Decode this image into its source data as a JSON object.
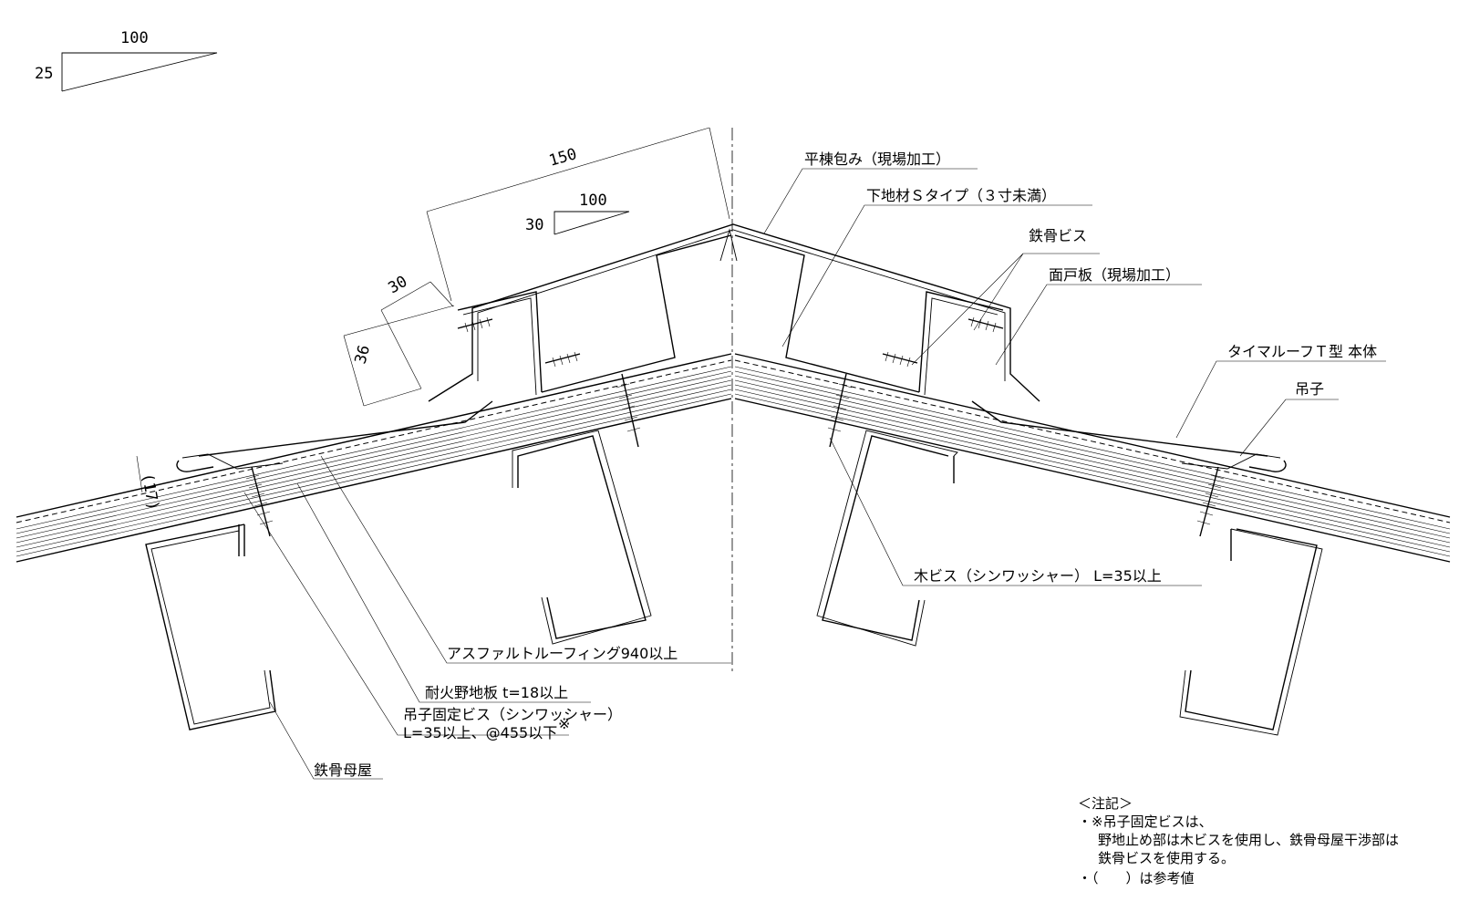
{
  "slope_small": {
    "run": "100",
    "rise": "25"
  },
  "slope_ridge": {
    "run": "100",
    "rise": "30"
  },
  "dimensions": {
    "top_length": "150",
    "end_width": "30",
    "end_height": "36",
    "gap": "(17)"
  },
  "labels": {
    "ridge_cover": "平棟包み（現場加工）",
    "base_material": "下地材Ｓタイプ（３寸未満）",
    "steel_screw": "鉄骨ビス",
    "face_board": "面戸板（現場加工）",
    "roof_body": "タイマルーフＴ型 本体",
    "clip": "吊子",
    "wood_screw": "木ビス（シンワッシャー） L=35以上",
    "roofing": "アスファルトルーフィング940以上",
    "sheathing": "耐火野地板 t=18以上",
    "clip_screw_1": "吊子固定ビス（シンワッシャー）",
    "clip_screw_2": "L=35以上、@455以下",
    "clip_screw_mark": "※",
    "purlin": "鉄骨母屋"
  },
  "notes": {
    "heading": "＜注記＞",
    "line1": "・※吊子固定ビスは、",
    "line2": "野地止め部は木ビスを使用し、鉄骨母屋干渉部は",
    "line3": "鉄骨ビスを使用する。",
    "line4": "・（　　）は参考値"
  }
}
